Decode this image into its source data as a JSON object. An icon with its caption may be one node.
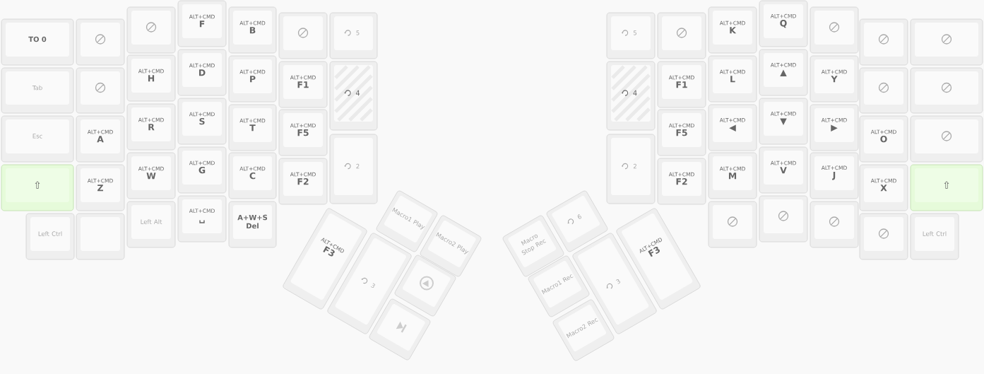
{
  "diagram": {
    "nodes": [
      {
        "text": [
          "TO 0"
        ]
      },
      {
        "text": [
          "Tab"
        ]
      },
      {
        "text": [
          "Esc"
        ]
      },
      {
        "text": [
          "⇧"
        ]
      },
      {
        "text": [
          "Left Ctrl"
        ]
      },
      {
        "text": [],
        "shape": "box"
      },
      {
        "text": [],
        "shape": "box"
      },
      {
        "text": [
          "ALT+CMD",
          "A"
        ]
      },
      {
        "text": [
          "ALT+CMD",
          "Z"
        ]
      },
      {
        "text": [],
        "shape": "box"
      },
      {
        "text": [],
        "shape": "box"
      },
      {
        "text": [
          "ALT+CMD",
          "H"
        ]
      },
      {
        "text": [
          "ALT+CMD",
          "R"
        ]
      },
      {
        "text": [
          "ALT+CMD",
          "W"
        ]
      },
      {
        "text": [
          "Left Alt"
        ]
      },
      {
        "text": [
          "ALT+CMD",
          "F"
        ]
      },
      {
        "text": [
          "ALT+CMD",
          "D"
        ]
      },
      {
        "text": [
          "ALT+CMD",
          "S"
        ]
      },
      {
        "text": [
          "ALT+CMD",
          "G"
        ]
      },
      {
        "text": [
          "ALT+CMD",
          "␣"
        ]
      },
      {
        "text": [
          "ALT+CMD",
          "B"
        ]
      },
      {
        "text": [
          "ALT+CMD",
          "P"
        ]
      },
      {
        "text": [
          "ALT+CMD",
          "T"
        ]
      },
      {
        "text": [
          "ALT+CMD",
          "C"
        ]
      },
      {
        "text": [
          "A+W+S Del"
        ]
      },
      {
        "text": [],
        "shape": "box"
      },
      {
        "text": [
          "ALT+CMD",
          "F1"
        ]
      },
      {
        "text": [
          "ALT+CMD",
          "F5"
        ]
      },
      {
        "text": [
          "ALT+CMD",
          "F2"
        ]
      },
      {
        "text": [
          "5"
        ]
      },
      {
        "text": [
          "4"
        ]
      },
      {
        "text": [
          "2"
        ]
      },
      {
        "text": [
          "ALT+CMD",
          "F3"
        ]
      },
      {
        "text": [
          "3"
        ]
      },
      {
        "text": [
          "Macro1 Play"
        ]
      },
      {
        "text": [
          "Macro2 Play"
        ]
      },
      {
        "text": [],
        "shape": "box"
      },
      {
        "text": [],
        "shape": "box"
      },
      {
        "text": [
          "Macro Stop Rec"
        ]
      },
      {
        "text": [
          "6"
        ]
      },
      {
        "text": [
          "Macro1 Rec"
        ]
      },
      {
        "text": [
          "Macro2 Rec"
        ]
      },
      {
        "text": [
          "3"
        ]
      },
      {
        "text": [
          "ALT+CMD",
          "F3"
        ]
      },
      {
        "text": [
          "5"
        ]
      },
      {
        "text": [
          "4"
        ]
      },
      {
        "text": [
          "2"
        ]
      },
      {
        "text": [],
        "shape": "box"
      },
      {
        "text": [
          "ALT+CMD",
          "F1"
        ]
      },
      {
        "text": [
          "ALT+CMD",
          "F5"
        ]
      },
      {
        "text": [
          "ALT+CMD",
          "F2"
        ]
      },
      {
        "text": [
          "ALT+CMD",
          "K"
        ]
      },
      {
        "text": [
          "ALT+CMD",
          "L"
        ]
      },
      {
        "text": [
          "ALT+CMD",
          "◀"
        ]
      },
      {
        "text": [
          "ALT+CMD",
          "M"
        ]
      },
      {
        "text": [],
        "shape": "box"
      },
      {
        "text": [
          "ALT+CMD",
          "Q"
        ]
      },
      {
        "text": [
          "ALT+CMD",
          "▲"
        ]
      },
      {
        "text": [
          "ALT+CMD",
          "▼"
        ]
      },
      {
        "text": [
          "ALT+CMD",
          "V"
        ]
      },
      {
        "text": [],
        "shape": "box"
      },
      {
        "text": [],
        "shape": "box"
      },
      {
        "text": [
          "ALT+CMD",
          "Y"
        ]
      },
      {
        "text": [
          "ALT+CMD",
          "▶"
        ]
      },
      {
        "text": [
          "ALT+CMD",
          "J"
        ]
      },
      {
        "text": [],
        "shape": "box"
      },
      {
        "text": [],
        "shape": "box"
      },
      {
        "text": [],
        "shape": "box"
      },
      {
        "text": [
          "ALT+CMD",
          "O"
        ]
      },
      {
        "text": [
          "ALT+CMD",
          "X"
        ]
      },
      {
        "text": [],
        "shape": "box"
      },
      {
        "text": [],
        "shape": "box"
      },
      {
        "text": [],
        "shape": "box"
      },
      {
        "text": [],
        "shape": "box"
      },
      {
        "text": [
          "⇧"
        ]
      },
      {
        "text": [
          "Left Ctrl"
        ]
      }
    ]
  }
}
